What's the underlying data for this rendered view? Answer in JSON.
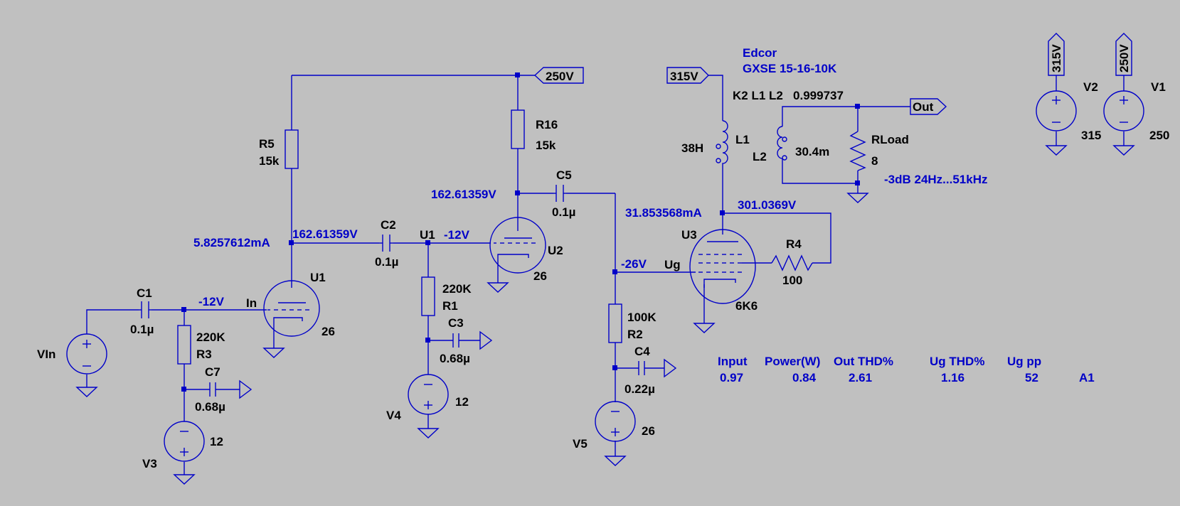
{
  "colors": {
    "background": "#c0c0c0",
    "wire": "#0000c8",
    "text": "#000000",
    "annotation": "#0000c8"
  },
  "net_flags": {
    "b250": "250V",
    "b315": "315V",
    "out": "Out",
    "v2_top": "315V",
    "v1_top": "250V"
  },
  "components": {
    "R5": {
      "name": "R5",
      "value": "15k"
    },
    "R16": {
      "name": "R16",
      "value": "15k"
    },
    "R3": {
      "name": "R3",
      "value": "220K"
    },
    "R1": {
      "name": "R1",
      "value": "220K"
    },
    "R2": {
      "name": "R2",
      "value": "100K"
    },
    "R4": {
      "name": "R4",
      "value": "100"
    },
    "RLoad": {
      "name": "RLoad",
      "value": "8"
    },
    "C1": {
      "name": "C1",
      "value": "0.1µ"
    },
    "C2": {
      "name": "C2",
      "value": "0.1µ"
    },
    "C3": {
      "name": "C3",
      "value": "0.68µ"
    },
    "C4": {
      "name": "C4",
      "value": "0.22µ"
    },
    "C5": {
      "name": "C5",
      "value": "0.1µ"
    },
    "C7": {
      "name": "C7",
      "value": "0.68µ"
    },
    "L1": {
      "name": "L1",
      "value": "38H"
    },
    "L2": {
      "name": "L2",
      "value": "30.4m"
    },
    "U1": {
      "name": "U1",
      "value": "26"
    },
    "U2": {
      "name": "U2",
      "value": "26"
    },
    "U3": {
      "name": "U3",
      "value": "6K6"
    },
    "V1": {
      "name": "V1",
      "value": "250"
    },
    "V2": {
      "name": "V2",
      "value": "315"
    },
    "V3": {
      "name": "V3",
      "value": "12"
    },
    "V4": {
      "name": "V4",
      "value": "12"
    },
    "V5": {
      "name": "V5",
      "value": "26"
    },
    "Vin": {
      "name": "VIn"
    }
  },
  "net_labels": {
    "in": "In",
    "u1": "U1",
    "ug": "Ug"
  },
  "transformer": {
    "brand": "Edcor",
    "model": "GXSE 15-16-10K",
    "coupling": "K2 L1 L2   0.999737"
  },
  "operating_points": {
    "u1_current": "5.8257612mA",
    "u1_plate": "162.61359V",
    "u2_plate": "162.61359V",
    "u1_grid": "-12V",
    "u2_grid": "-12V",
    "u3_grid": "-26V",
    "u3_current": "31.853568mA",
    "u3_screen": "301.0369V",
    "bandwidth": "-3dB 24Hz...51kHz"
  },
  "results": {
    "headers": [
      "Input",
      "Power(W)",
      "Out THD%",
      "Ug THD%",
      "Ug pp"
    ],
    "values": [
      "0.97",
      "0.84",
      "2.61",
      "1.16",
      "52",
      "A1"
    ]
  }
}
